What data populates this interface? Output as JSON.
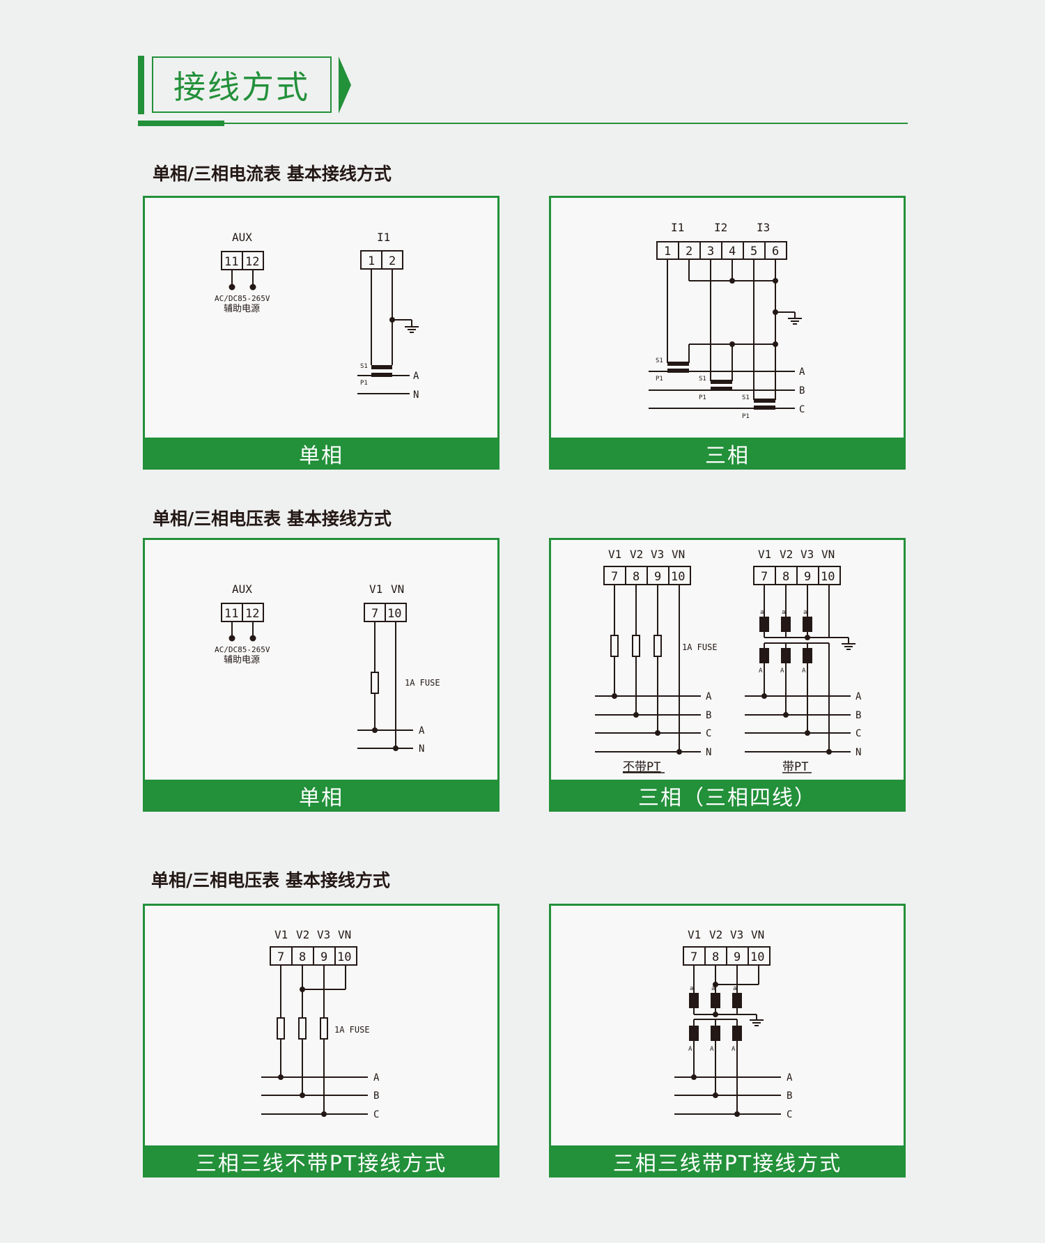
{
  "header": {
    "title": "接线方式"
  },
  "sections": [
    {
      "title": "单相/三相电流表 基本接线方式"
    },
    {
      "title": "单相/三相电压表 基本接线方式"
    },
    {
      "title": "单相/三相电压表 基本接线方式"
    }
  ],
  "panels": [
    {
      "caption": "单相"
    },
    {
      "caption": "三相"
    },
    {
      "caption": "单相"
    },
    {
      "caption": "三相（三相四线）"
    },
    {
      "caption": "三相三线不带PT接线方式"
    },
    {
      "caption": "三相三线带PT接线方式"
    }
  ],
  "labels": {
    "aux": "AUX",
    "aux_t1": "11",
    "aux_t2": "12",
    "aux_note1": "AC/DC85-265V",
    "aux_note2": "辅助电源",
    "i1": "I1",
    "i2": "I2",
    "i3": "I3",
    "t1": "1",
    "t2": "2",
    "t3": "3",
    "t4": "4",
    "t5": "5",
    "t6": "6",
    "s1": "S1",
    "p1": "P1",
    "pa": "A",
    "pb": "B",
    "pc": "C",
    "pn": "N",
    "v1": "V1",
    "v2": "V2",
    "v3": "V3",
    "vn": "VN",
    "t7": "7",
    "t8": "8",
    "t9": "9",
    "t10": "10",
    "fuse": "1A  FUSE",
    "no_pt": "不带PT",
    "with_pt": "带PT",
    "pt_a_low": "a",
    "pt_a_up": "A"
  },
  "colors": {
    "accent": "#23903a",
    "line": "#231815",
    "background": "#eff1f0"
  }
}
